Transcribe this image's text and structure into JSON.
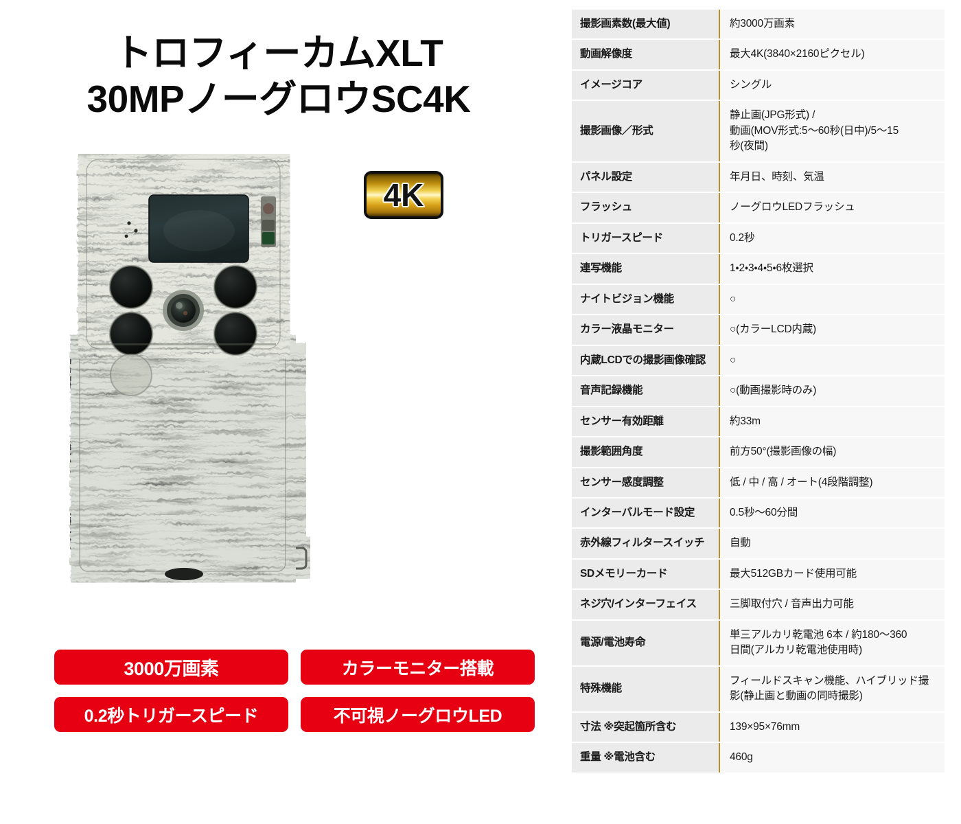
{
  "product": {
    "title": "トロフィーカムXLT\n30MPノーグロウSC4K",
    "resolution_badge": "4K"
  },
  "image": {
    "alt_name": "trail-camera-front-view",
    "camo_colors": {
      "light": "#dfe2da",
      "mid": "#b5baae",
      "dark": "#4c514a",
      "darkest": "#2b2e29"
    },
    "screen_color": "#1d2a2c"
  },
  "feature_badges": [
    {
      "label": "3000万画素"
    },
    {
      "label": "カラーモニター搭載"
    },
    {
      "label": "0.2秒トリガースピード"
    },
    {
      "label": "不可視ノーグロウLED"
    }
  ],
  "badge_color": "#e60012",
  "spec_table": {
    "divider_color": "#b98d2a",
    "key_bg": "#ebebeb",
    "value_bg": "#f7f7f7",
    "rows": [
      {
        "key": "撮影画素数(最大値)",
        "value": "約3000万画素"
      },
      {
        "key": "動画解像度",
        "value": "最大4K(3840×2160ピクセル)"
      },
      {
        "key": "イメージコア",
        "value": "シングル"
      },
      {
        "key": "撮影画像／形式",
        "value": "静止画(JPG形式) /\n動画(MOV形式:5〜60秒(日中)/5〜15\n秒(夜間)"
      },
      {
        "key": "パネル設定",
        "value": "年月日、時刻、気温"
      },
      {
        "key": "フラッシュ",
        "value": "ノーグロウLEDフラッシュ"
      },
      {
        "key": "トリガースピード",
        "value": "0.2秒"
      },
      {
        "key": "連写機能",
        "value": "1・2・3・4・5・6枚選択"
      },
      {
        "key": "ナイトビジョン機能",
        "value": "○"
      },
      {
        "key": "カラー液晶モニター",
        "value": "○(カラーLCD内蔵)"
      },
      {
        "key": "内蔵LCDでの撮影画像確認",
        "value": "○"
      },
      {
        "key": "音声記録機能",
        "value": "○(動画撮影時のみ)"
      },
      {
        "key": "センサー有効距離",
        "value": "約33m"
      },
      {
        "key": "撮影範囲角度",
        "value": "前方50°(撮影画像の幅)"
      },
      {
        "key": "センサー感度調整",
        "value": "低 / 中 / 高 / オート(4段階調整)"
      },
      {
        "key": "インターバルモード設定",
        "value": "0.5秒〜60分間"
      },
      {
        "key": "赤外線フィルタースイッチ",
        "value": "自動"
      },
      {
        "key": "SDメモリーカード",
        "value": "最大512GBカード使用可能"
      },
      {
        "key": "ネジ穴/インターフェイス",
        "value": "三脚取付穴 / 音声出力可能"
      },
      {
        "key": "電源/電池寿命",
        "value": "単三アルカリ乾電池 6本 / 約180〜360\n日間(アルカリ乾電池使用時)"
      },
      {
        "key": "特殊機能",
        "value": "フィールドスキャン機能、ハイブリッド撮\n影(静止画と動画の同時撮影)"
      },
      {
        "key": "寸法 ※突起箇所含む",
        "value": "139×95×76mm"
      },
      {
        "key": "重量 ※電池含む",
        "value": "460g"
      }
    ]
  }
}
